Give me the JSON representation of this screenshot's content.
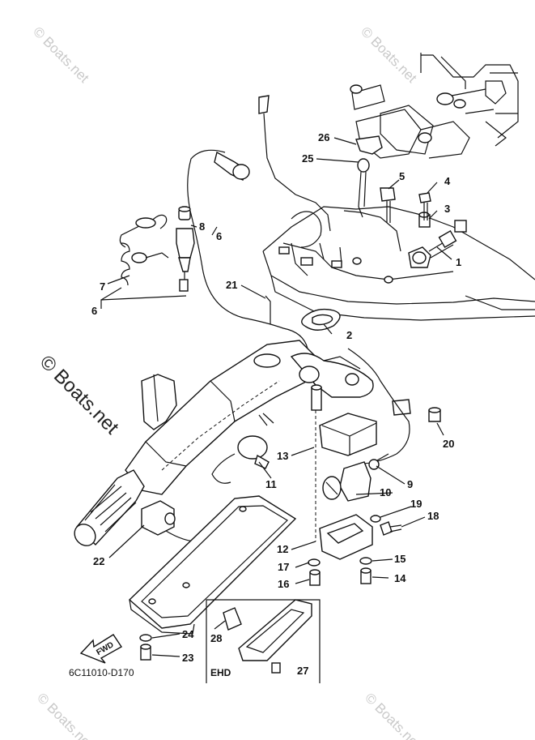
{
  "diagram": {
    "code": "6C11010-D170",
    "inset_label": "EHD",
    "fwd_label": "FWD",
    "watermarks": [
      "© Boats.net",
      "© Boats.net",
      "© Boats.net",
      "© Boats.net",
      "© Boats.net"
    ],
    "callouts": {
      "c1": "1",
      "c2": "2",
      "c3": "3",
      "c4": "4",
      "c5": "5",
      "c6a": "6",
      "c6b": "6",
      "c7": "7",
      "c8": "8",
      "c9": "9",
      "c10": "10",
      "c11": "11",
      "c12": "12",
      "c13": "13",
      "c14": "14",
      "c15": "15",
      "c16": "16",
      "c17": "17",
      "c18": "18",
      "c19": "19",
      "c20": "20",
      "c21": "21",
      "c22": "22",
      "c23": "23",
      "c24": "24",
      "c25": "25",
      "c26": "26",
      "c27": "27",
      "c28": "28"
    }
  }
}
